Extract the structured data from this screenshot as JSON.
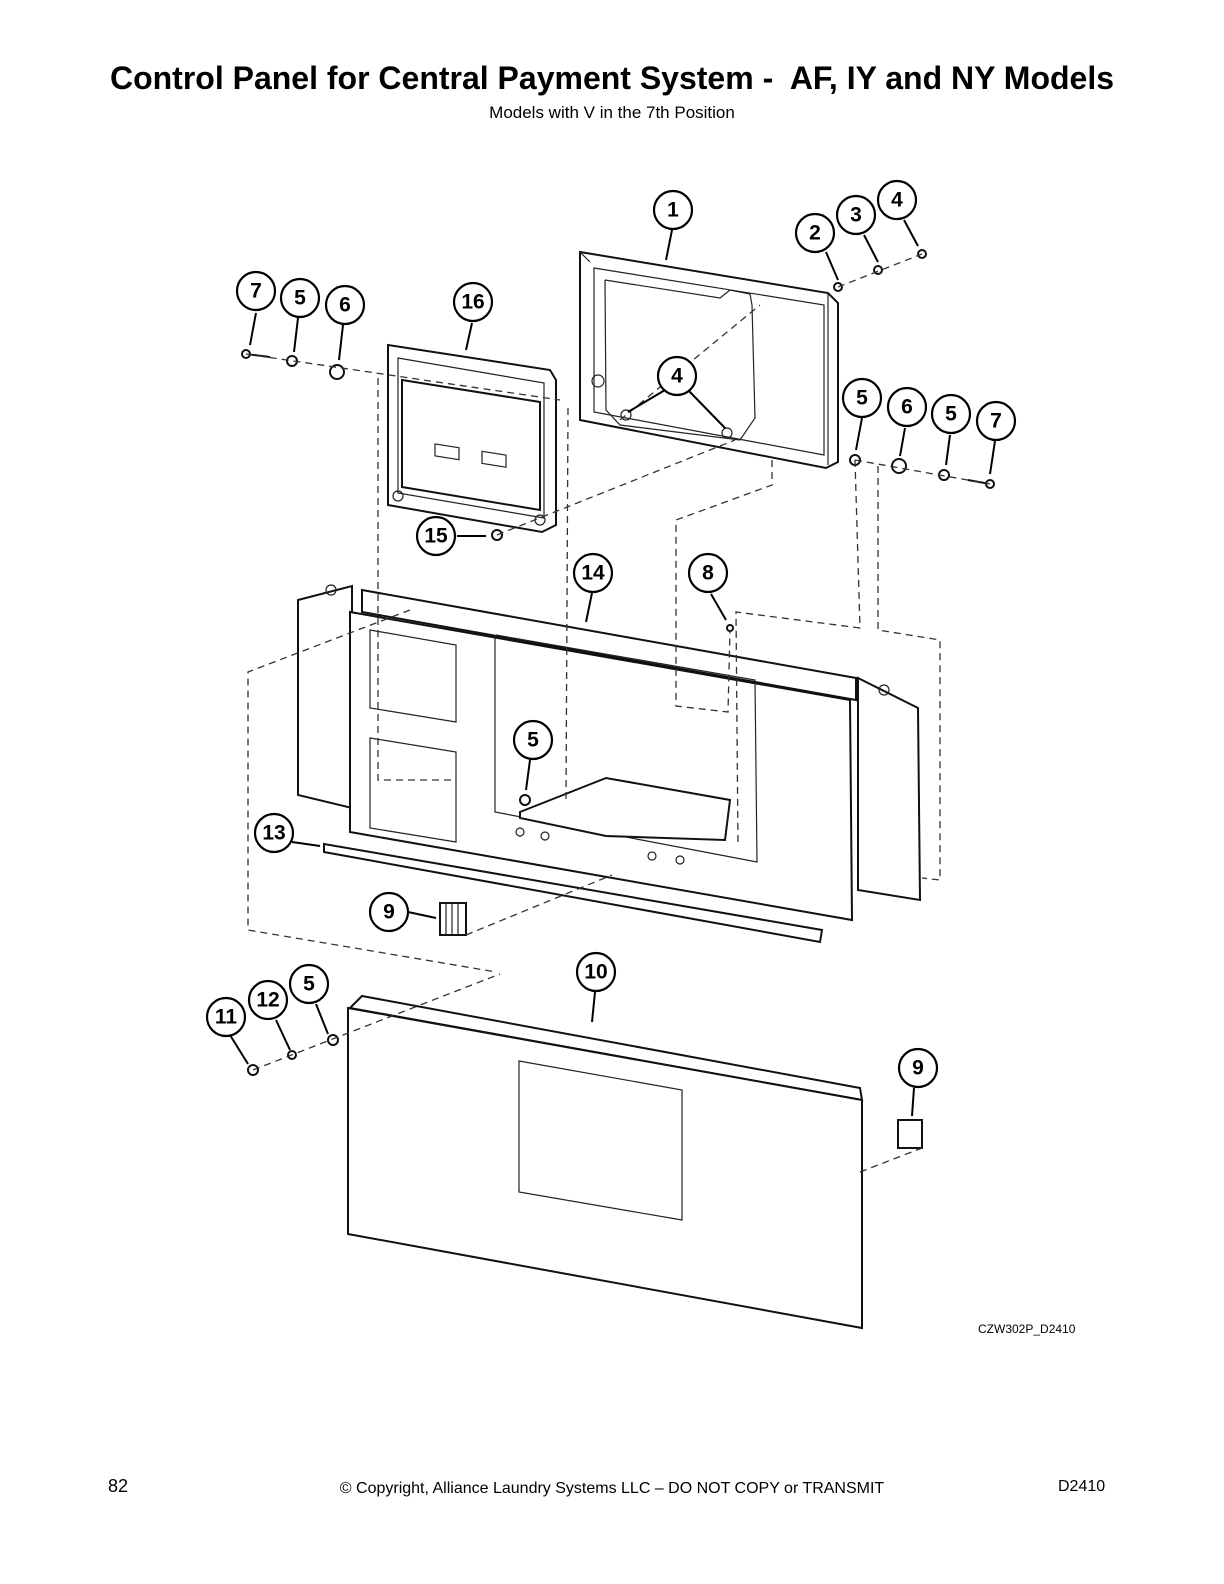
{
  "page": {
    "title": "Control Panel for Central Payment System -  AF, IY and NY Models",
    "subtitle": "Models with V in the 7th Position",
    "drawing_code": "CZW302P_D2410",
    "page_number": "82",
    "copyright": "© Copyright, Alliance Laundry Systems LLC – DO NOT COPY or TRANSMIT",
    "doc_code": "D2410"
  },
  "callouts": [
    "1",
    "2",
    "3",
    "4",
    "16",
    "7",
    "5",
    "6",
    "4",
    "5",
    "6",
    "5",
    "7",
    "15",
    "14",
    "8",
    "5",
    "13",
    "9",
    "10",
    "11",
    "12",
    "5",
    "9"
  ]
}
